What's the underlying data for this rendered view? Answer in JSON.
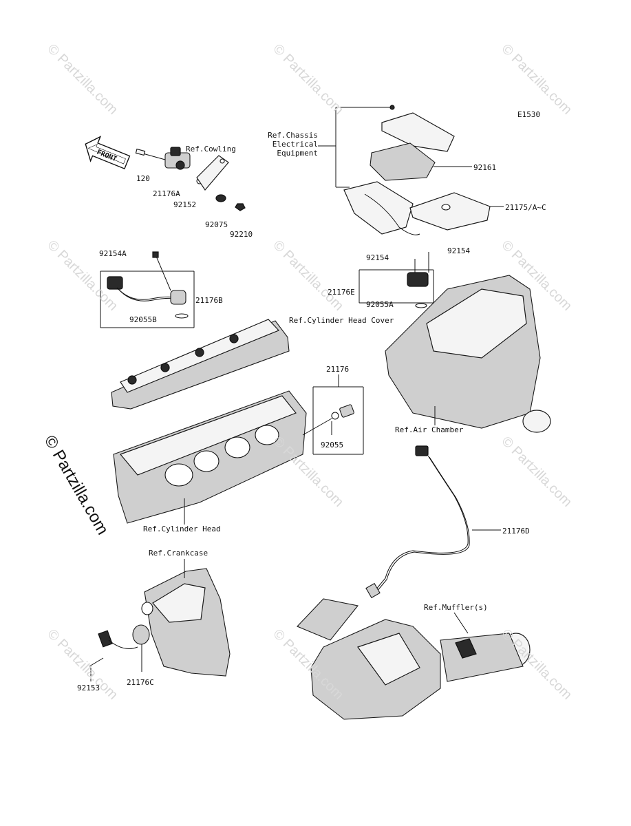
{
  "diagram_code": "E1530",
  "front_arrow": "FRONT",
  "watermark": "© Partzilla.com",
  "labels": {
    "ref_chassis": "Ref.Chassis\nElectrical\nEquipment",
    "ref_cowling": "Ref.Cowling",
    "ref_cylinder_head_cover": "Ref.Cylinder Head Cover",
    "ref_air_chamber": "Ref.Air Chamber",
    "ref_cylinder_head": "Ref.Cylinder Head",
    "ref_crankcase": "Ref.Crankcase",
    "ref_muffler": "Ref.Muffler(s)"
  },
  "parts": {
    "p120": "120",
    "p21176A": "21176A",
    "p92152": "92152",
    "p92075": "92075",
    "p92210": "92210",
    "p92161": "92161",
    "p21175": "21175/A~C",
    "p92154_a": "92154",
    "p92154_b": "92154",
    "p21176E": "21176E",
    "p92055A": "92055A",
    "p92154A": "92154A",
    "p21176B": "21176B",
    "p92055B": "92055B",
    "p21176": "21176",
    "p92055": "92055",
    "p21176D": "21176D",
    "p92153": "92153",
    "p21176C": "21176C"
  }
}
